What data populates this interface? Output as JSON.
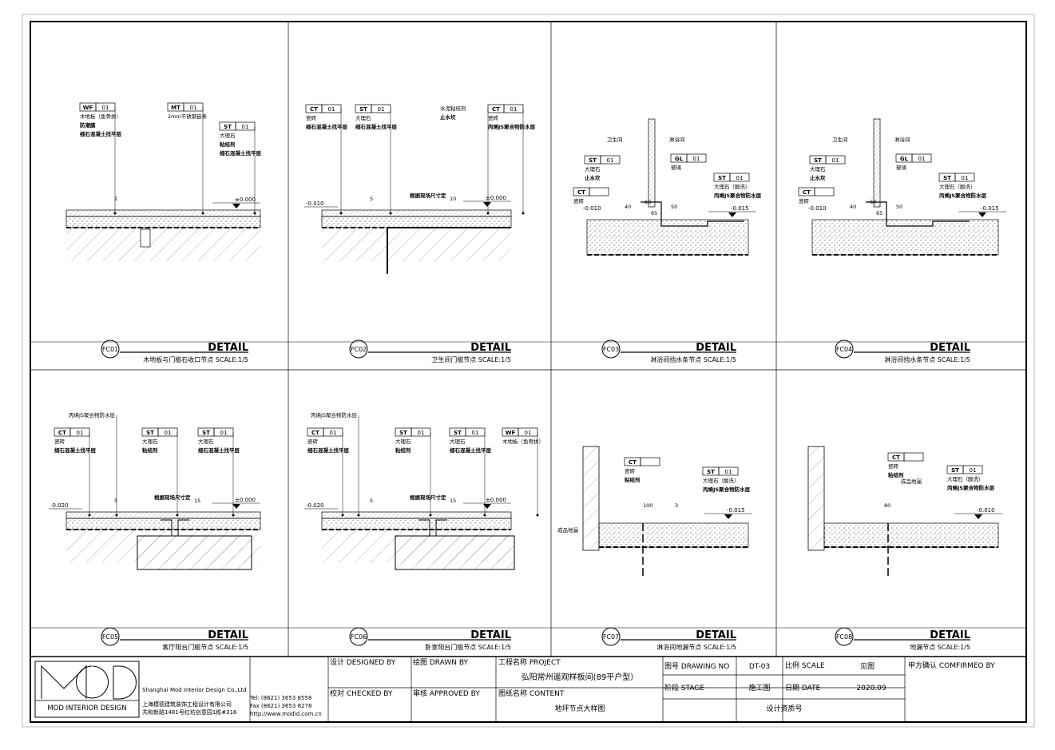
{
  "panels": [
    {
      "code": "FC01",
      "detail": "DETAIL",
      "caption": "木地板与门槛石收口节点 SCALE:1/5",
      "tags": [
        {
          "code": "WF",
          "num": "01",
          "lines": [
            "木地板（鱼骨拼）",
            "防潮膜",
            "细石混凝土找平层"
          ]
        },
        {
          "code": "MT",
          "num": "01",
          "lines": [
            "2mm不锈钢嵌条"
          ]
        },
        {
          "code": "ST",
          "num": "01",
          "lines": [
            "大理石",
            "粘结剂",
            "细石混凝土找平层"
          ]
        }
      ],
      "levels": [
        "±0.000"
      ],
      "dims": [
        "2"
      ]
    },
    {
      "code": "FC02",
      "detail": "DETAIL",
      "caption": "卫生间门槛节点 SCALE:1/5",
      "tags": [
        {
          "code": "CT",
          "num": "01",
          "lines": [
            "瓷砖",
            "细石混凝土找平层"
          ]
        },
        {
          "code": "ST",
          "num": "01",
          "lines": [
            "大理石",
            "细石混凝土找平层"
          ]
        },
        {
          "code": "",
          "num": "",
          "lines": [
            "水泥粘结剂",
            "止水坎"
          ]
        },
        {
          "code": "CT",
          "num": "01",
          "lines": [
            "瓷砖",
            "丙烯JS聚合物防水层"
          ]
        }
      ],
      "levels": [
        "-0.010",
        "±0.000"
      ],
      "dims": [
        "5",
        "根据现场尺寸定",
        "10"
      ]
    },
    {
      "code": "FC03",
      "detail": "DETAIL",
      "caption": "淋浴间挡水条节点 SCALE:1/5",
      "tags": [
        {
          "code": "ST",
          "num": "01",
          "lines": [
            "大理石",
            "止水坎"
          ]
        },
        {
          "code": "CT",
          "num": "",
          "lines": [
            "瓷砖"
          ]
        },
        {
          "code": "GL",
          "num": "01",
          "lines": [
            "玻璃"
          ]
        },
        {
          "code": "ST",
          "num": "01",
          "lines": [
            "大理石（酸洗）",
            "丙烯JS聚合物防水层"
          ]
        }
      ],
      "rooms": [
        "卫生间",
        "淋浴间"
      ],
      "levels": [
        "-0.010",
        "-0.015"
      ],
      "dims": [
        "60",
        "40",
        "50",
        "65"
      ]
    },
    {
      "code": "FC04",
      "detail": "DETAIL",
      "caption": "淋浴间挡水条节点 SCALE:1/5",
      "tags": [
        {
          "code": "ST",
          "num": "01",
          "lines": [
            "大理石",
            "止水坎"
          ]
        },
        {
          "code": "CT",
          "num": "",
          "lines": [
            "瓷砖"
          ]
        },
        {
          "code": "GL",
          "num": "01",
          "lines": [
            "玻璃"
          ]
        },
        {
          "code": "ST",
          "num": "01",
          "lines": [
            "大理石（酸洗）",
            "丙烯JS聚合物防水层"
          ]
        }
      ],
      "rooms": [
        "卫生间",
        "淋浴间"
      ],
      "levels": [
        "-0.010",
        "-0.015"
      ],
      "dims": [
        "60",
        "40",
        "50",
        "65"
      ]
    },
    {
      "code": "FC05",
      "detail": "DETAIL",
      "caption": "客厅阳台门槛节点 SCALE:1/5",
      "tags": [
        {
          "code": "",
          "num": "",
          "lines": [
            "丙烯JS聚合物防水层"
          ]
        },
        {
          "code": "CT",
          "num": "01",
          "lines": [
            "瓷砖",
            "细石混凝土找平层"
          ]
        },
        {
          "code": "ST",
          "num": "01",
          "lines": [
            "大理石",
            "粘结剂"
          ]
        },
        {
          "code": "ST",
          "num": "01",
          "lines": [
            "大理石",
            "细石混凝土找平层"
          ]
        }
      ],
      "levels": [
        "-0.020",
        "±0.000"
      ],
      "dims": [
        "5",
        "根据现场尺寸定",
        "15"
      ]
    },
    {
      "code": "FC06",
      "detail": "DETAIL",
      "caption": "卧室阳台门槛节点 SCALE:1/5",
      "tags": [
        {
          "code": "",
          "num": "",
          "lines": [
            "丙烯JS聚合物防水层"
          ]
        },
        {
          "code": "CT",
          "num": "01",
          "lines": [
            "瓷砖",
            "细石混凝土找平层"
          ]
        },
        {
          "code": "ST",
          "num": "01",
          "lines": [
            "大理石",
            "粘结剂"
          ]
        },
        {
          "code": "ST",
          "num": "01",
          "lines": [
            "大理石",
            "细石混凝土找平层"
          ]
        },
        {
          "code": "WF",
          "num": "01",
          "lines": [
            "木地板（鱼骨拼）"
          ]
        }
      ],
      "levels": [
        "-0.020",
        "±0.000"
      ],
      "dims": [
        "5",
        "根据现场尺寸定",
        "15"
      ]
    },
    {
      "code": "FC07",
      "detail": "DETAIL",
      "caption": "淋浴间地漏节点 SCALE:1/5",
      "tags": [
        {
          "code": "CT",
          "num": "",
          "lines": [
            "瓷砖",
            "粘结剂"
          ]
        },
        {
          "code": "ST",
          "num": "01",
          "lines": [
            "大理石（酸洗）",
            "丙烯JS聚合物防水层"
          ]
        },
        {
          "code": "",
          "num": "",
          "lines": [
            "成品地漏"
          ]
        }
      ],
      "levels": [
        "-0.015"
      ],
      "dims": [
        "100",
        "3"
      ]
    },
    {
      "code": "FC08",
      "detail": "DETAIL",
      "caption": "地漏节点 SCALE:1/5",
      "tags": [
        {
          "code": "CT",
          "num": "",
          "lines": [
            "瓷砖",
            "粘结剂"
          ]
        },
        {
          "code": "ST",
          "num": "01",
          "lines": [
            "大理石（酸洗）",
            "丙烯JS聚合物防水层"
          ]
        },
        {
          "code": "",
          "num": "",
          "lines": [
            "成品地漏"
          ]
        }
      ],
      "levels": [
        "-0.010"
      ],
      "dims": [
        "80"
      ]
    }
  ],
  "title_block": {
    "logo_text": "MOD INTERIOR DESIGN",
    "company_en": "Shanghai Mod Interior Design Co.,Ltd",
    "company_cn": "上海模德建筑装饰工程设计有限公司",
    "address": "共和新路1481号红坊创意园1栋#316",
    "tel": "Tel: (8621) 3653 8558",
    "fax": "Fax (8621) 3653 8278",
    "web": "http://www.modid.com.cn",
    "designed_by": "设计 DESIGNED BY",
    "drawn_by": "绘图 DRAWN BY",
    "checked_by": "校对 CHECKED BY",
    "approved_by": "审核 APPROVED BY",
    "project_label": "工程名称 PROJECT",
    "project_value": "弘阳常州遥观样板间(89平户型）",
    "content_label": "图纸名称 CONTENT",
    "content_value": "地坪节点大样图",
    "drawing_no_label": "图号 DRAWING NO",
    "drawing_no_value": "DT-03",
    "scale_label": "比例 SCALE",
    "scale_value": "见图",
    "stage_label": "阶段 STAGE",
    "stage_value": "施工图",
    "date_label": "日期 DATE",
    "date_value": "2020.09",
    "qualification": "设计资质号",
    "confirm": "甲方确认 COMFIRMEO BY"
  }
}
